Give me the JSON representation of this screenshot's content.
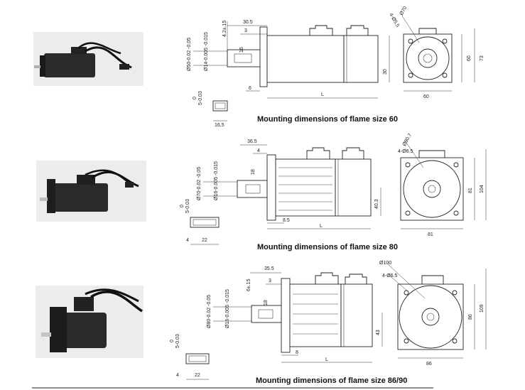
{
  "captions": [
    "Mounting dimensions of flame size 60",
    "Mounting dimensions of flame size 80",
    "Mounting dimensions of flame size 86/90"
  ],
  "frame60": {
    "side": {
      "top_a": "30.5",
      "top_b": "3",
      "tol": "4.2±.15",
      "d1": "Ø50-0.02\n-0.05",
      "d2": "Ø14-0.005\n-0.015",
      "key": "16",
      "h": "30",
      "six": "6",
      "L": "L"
    },
    "key_section": {
      "tol": "5-0.03",
      "zero": "0",
      "w": "16.5"
    },
    "front": {
      "d": "Ø70",
      "holes": "4-Ø5.5",
      "a": "60",
      "b": "73",
      "c": "60"
    }
  },
  "frame80": {
    "side": {
      "top_a": "36.5",
      "top_b": "4",
      "d1": "Ø70-0.02\n-0.05",
      "d2": "Ø16-0.005\n-0.015",
      "key": "18",
      "h": "40.3",
      "bottom": "8.5",
      "L": "L"
    },
    "key_section": {
      "tol": "5-0.03",
      "zero": "0",
      "w": "22",
      "left": "4"
    },
    "front": {
      "d": "Ø90.7",
      "holes": "4-Ø6.5",
      "a": "81",
      "b": "104",
      "c": "81"
    }
  },
  "frame86": {
    "side": {
      "top_a": "35.5",
      "top_b": "3",
      "tol": "6±.15",
      "d1": "Ø80-0.02\n-0.05",
      "d2": "Ø16-0.005\n-0.015",
      "key": "18",
      "h": "43",
      "bottom": "8",
      "L": "L"
    },
    "key_section": {
      "tol": "5-0.03",
      "zero": "0",
      "w": "22",
      "left": "4"
    },
    "front": {
      "d": "Ø100",
      "holes": "4-Ø6.5",
      "a": "86",
      "b": "109",
      "c": "86"
    }
  }
}
